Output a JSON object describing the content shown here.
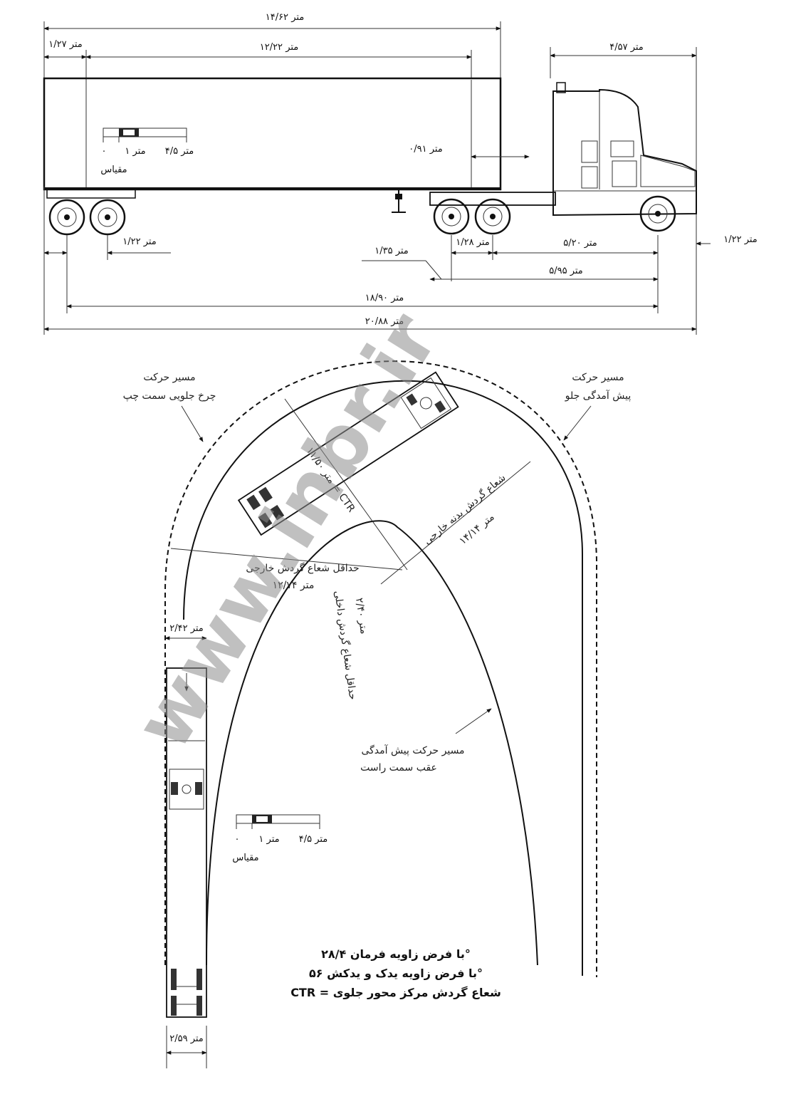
{
  "side_view": {
    "dimensions": {
      "trailer_overall": "۱۴/۶۲ متر",
      "trailer_box": "۱۲/۲۲ متر",
      "front_overhang": "۱/۲۷ متر",
      "cab_length": "۴/۵۷ متر",
      "king_pin_gap": "۰/۹۱ متر",
      "rear_overhang": "۱/۲۲ متر",
      "rear_front_overhang": "۱/۲۲ متر",
      "tandem_spread": "۱/۳۵ متر",
      "drive_axle_spread": "۱/۲۸ متر",
      "wheelbase_tractor": "۵/۲۰ متر",
      "kingpin_to_front": "۵/۹۵ متر",
      "wheelbase_total": "۱۸/۹۰ متر",
      "overall_length": "۲۰/۸۸ متر"
    },
    "scale_bar": {
      "title": "مقیاس",
      "labels": [
        "۰",
        "۱ متر",
        "۴/۵ متر"
      ]
    }
  },
  "plan_view": {
    "labels": {
      "left_front_path": [
        "مسیر حرکت",
        "چرخ جلویی سمت چپ"
      ],
      "front_overhang_path": [
        "مسیر حرکت",
        "پیش آمدگی جلو"
      ],
      "rear_overhang_path": [
        "مسیر حرکت پیش آمدگی",
        "عقب سمت راست"
      ],
      "ctr_radius": "۱۱/۵۰ متر = CTR",
      "body_radius": [
        "شعاع گردش بدنه خارجی",
        "۱۴/۱۴ متر"
      ],
      "min_outer_radius": [
        "حداقل شعاع گردش خارجی",
        "۱۲/۷۴ متر"
      ],
      "min_inner_radius": [
        "حداقل شعاع گردش داخلی",
        "۲/۴۰ متر"
      ],
      "width_top": "۲/۴۲ متر",
      "width_bottom": "۲/۵۹ متر"
    },
    "scale_bar": {
      "title": "مقیاس",
      "labels": [
        "۰",
        "۱ متر",
        "۴/۵ متر"
      ]
    },
    "notes": [
      "با فرض زاویه فرمان ۲۸/۴°",
      "با فرض زاویه یدک و یدکش ۵۶°",
      "CTR = شعاع گردش مرکز محور جلوی"
    ]
  },
  "watermark": "www.inbr.ir"
}
